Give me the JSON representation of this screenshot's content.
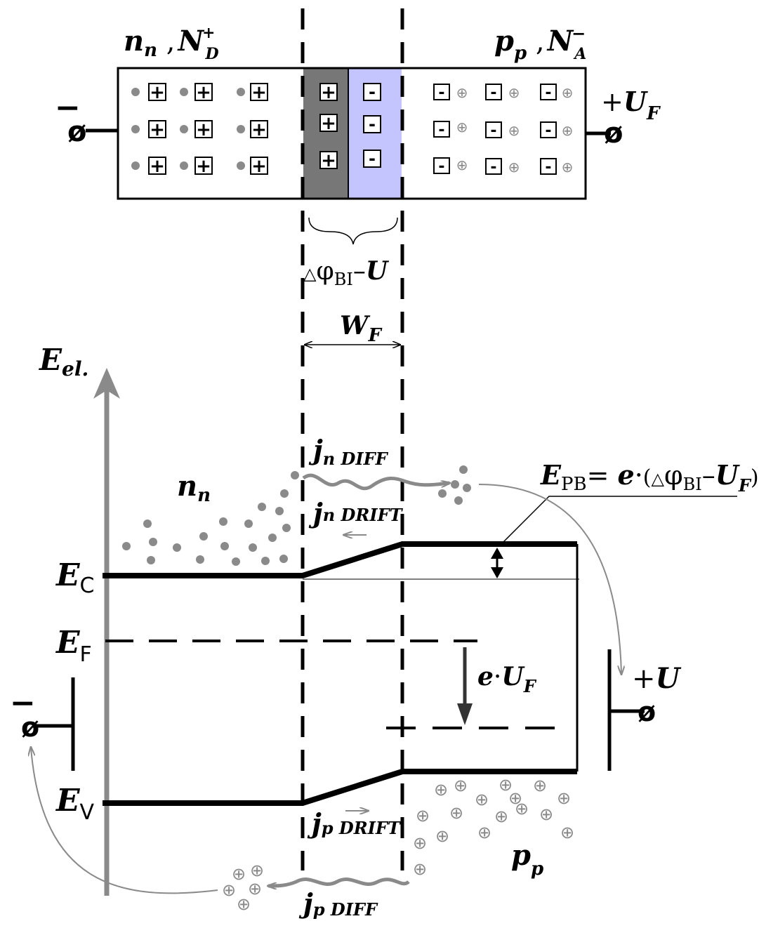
{
  "device": {
    "n_region": {
      "main": "n",
      "sub": "n",
      "sep": " ,",
      "donor": "N",
      "donor_sub": "D",
      "donor_sup": "+"
    },
    "p_region": {
      "main": "p",
      "sub": "p",
      "sep": " ,",
      "acceptor": "N",
      "acceptor_sub": "A",
      "acceptor_sup": "−"
    },
    "left_terminal": {
      "sign": "−",
      "symbol": "ø"
    },
    "right_terminal": {
      "sign": "+",
      "main": "U",
      "sub": "F",
      "symbol": "ø"
    },
    "donor_symbol": "+",
    "acceptor_symbol": "-",
    "hole_symbol": "⊕",
    "space_charge_colors": {
      "positive": "#777777",
      "negative": "#c4c4ff"
    },
    "potential_label": {
      "delta": "△",
      "phi": "φ",
      "phi_sub": "BI",
      "minus": "–",
      "u": "U"
    },
    "width_label": {
      "main": "W",
      "sub": "F"
    }
  },
  "band_diagram": {
    "axis_label": {
      "main": "E",
      "sub": "el."
    },
    "conduction_label": {
      "main": "E",
      "sub": "C"
    },
    "fermi_label": {
      "main": "E",
      "sub": "F"
    },
    "valence_label": {
      "main": "E",
      "sub": "V"
    },
    "electron_label": {
      "main": "n",
      "sub": "n"
    },
    "hole_label": {
      "main": "p",
      "sub": "p"
    },
    "barrier_label": {
      "main": "E",
      "sub": "PB",
      "eq": "= ",
      "e": "e",
      "dot": "·",
      "open": "(",
      "delta": "△",
      "phi": "φ",
      "phi_sub": "BI",
      "minus": "–",
      "u": "U",
      "u_sub": "F",
      "close": ")"
    },
    "shift_label": {
      "e": "e",
      "dot": "·",
      "u": "U",
      "u_sub": "F"
    },
    "left_terminal": {
      "sign": "−",
      "symbol": "ø"
    },
    "right_terminal": {
      "sign": "+",
      "main": "U",
      "symbol": "ø"
    },
    "currents": {
      "jn_diff": {
        "main": "j",
        "sub": "n DIFF"
      },
      "jn_drift": {
        "main": "j",
        "sub": "n DRIFT"
      },
      "jp_drift": {
        "main": "j",
        "sub": "p DRIFT"
      },
      "jp_diff": {
        "main": "j",
        "sub": "p DIFF"
      }
    }
  },
  "colors": {
    "carrier_gray": "#8a8a8a",
    "axis_gray": "#8a8a8a",
    "line": "#000000"
  }
}
